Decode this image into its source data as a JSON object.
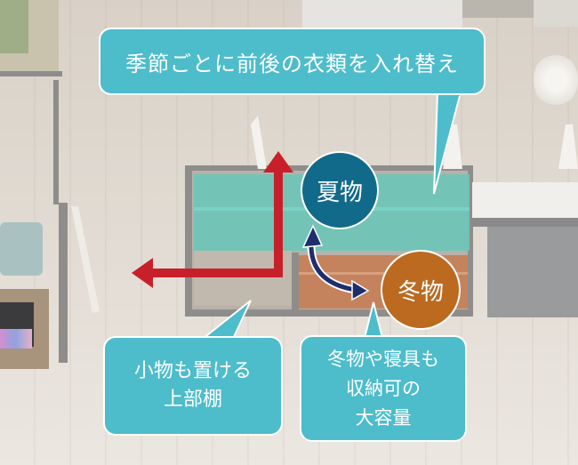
{
  "diagram": {
    "type": "walk-in closet floor plan illustration",
    "callouts": {
      "top": {
        "text": "季節ごとに前後の衣類を入れ替え"
      },
      "bottom_left": {
        "text": "小物も置ける\n上部棚"
      },
      "bottom_right": {
        "text": "冬物や寝具も\n収納可の\n大容量"
      }
    },
    "badges": {
      "summer": {
        "label": "夏物",
        "color": "#126a8b"
      },
      "winter": {
        "label": "冬物",
        "color": "#bb6a20"
      }
    },
    "arrows": {
      "red_access_arrow": {
        "color": "#c8202a",
        "meaning": "access path / walk-through"
      },
      "swap_arrow": {
        "color": "#1f2e6b",
        "meaning": "swap between summer and winter clothes"
      }
    },
    "colors": {
      "callout_fill": "#4dbccb",
      "callout_border": "#ffffff",
      "summer_zone": "#6cc6b8",
      "winter_zone": "#c57e54"
    }
  }
}
